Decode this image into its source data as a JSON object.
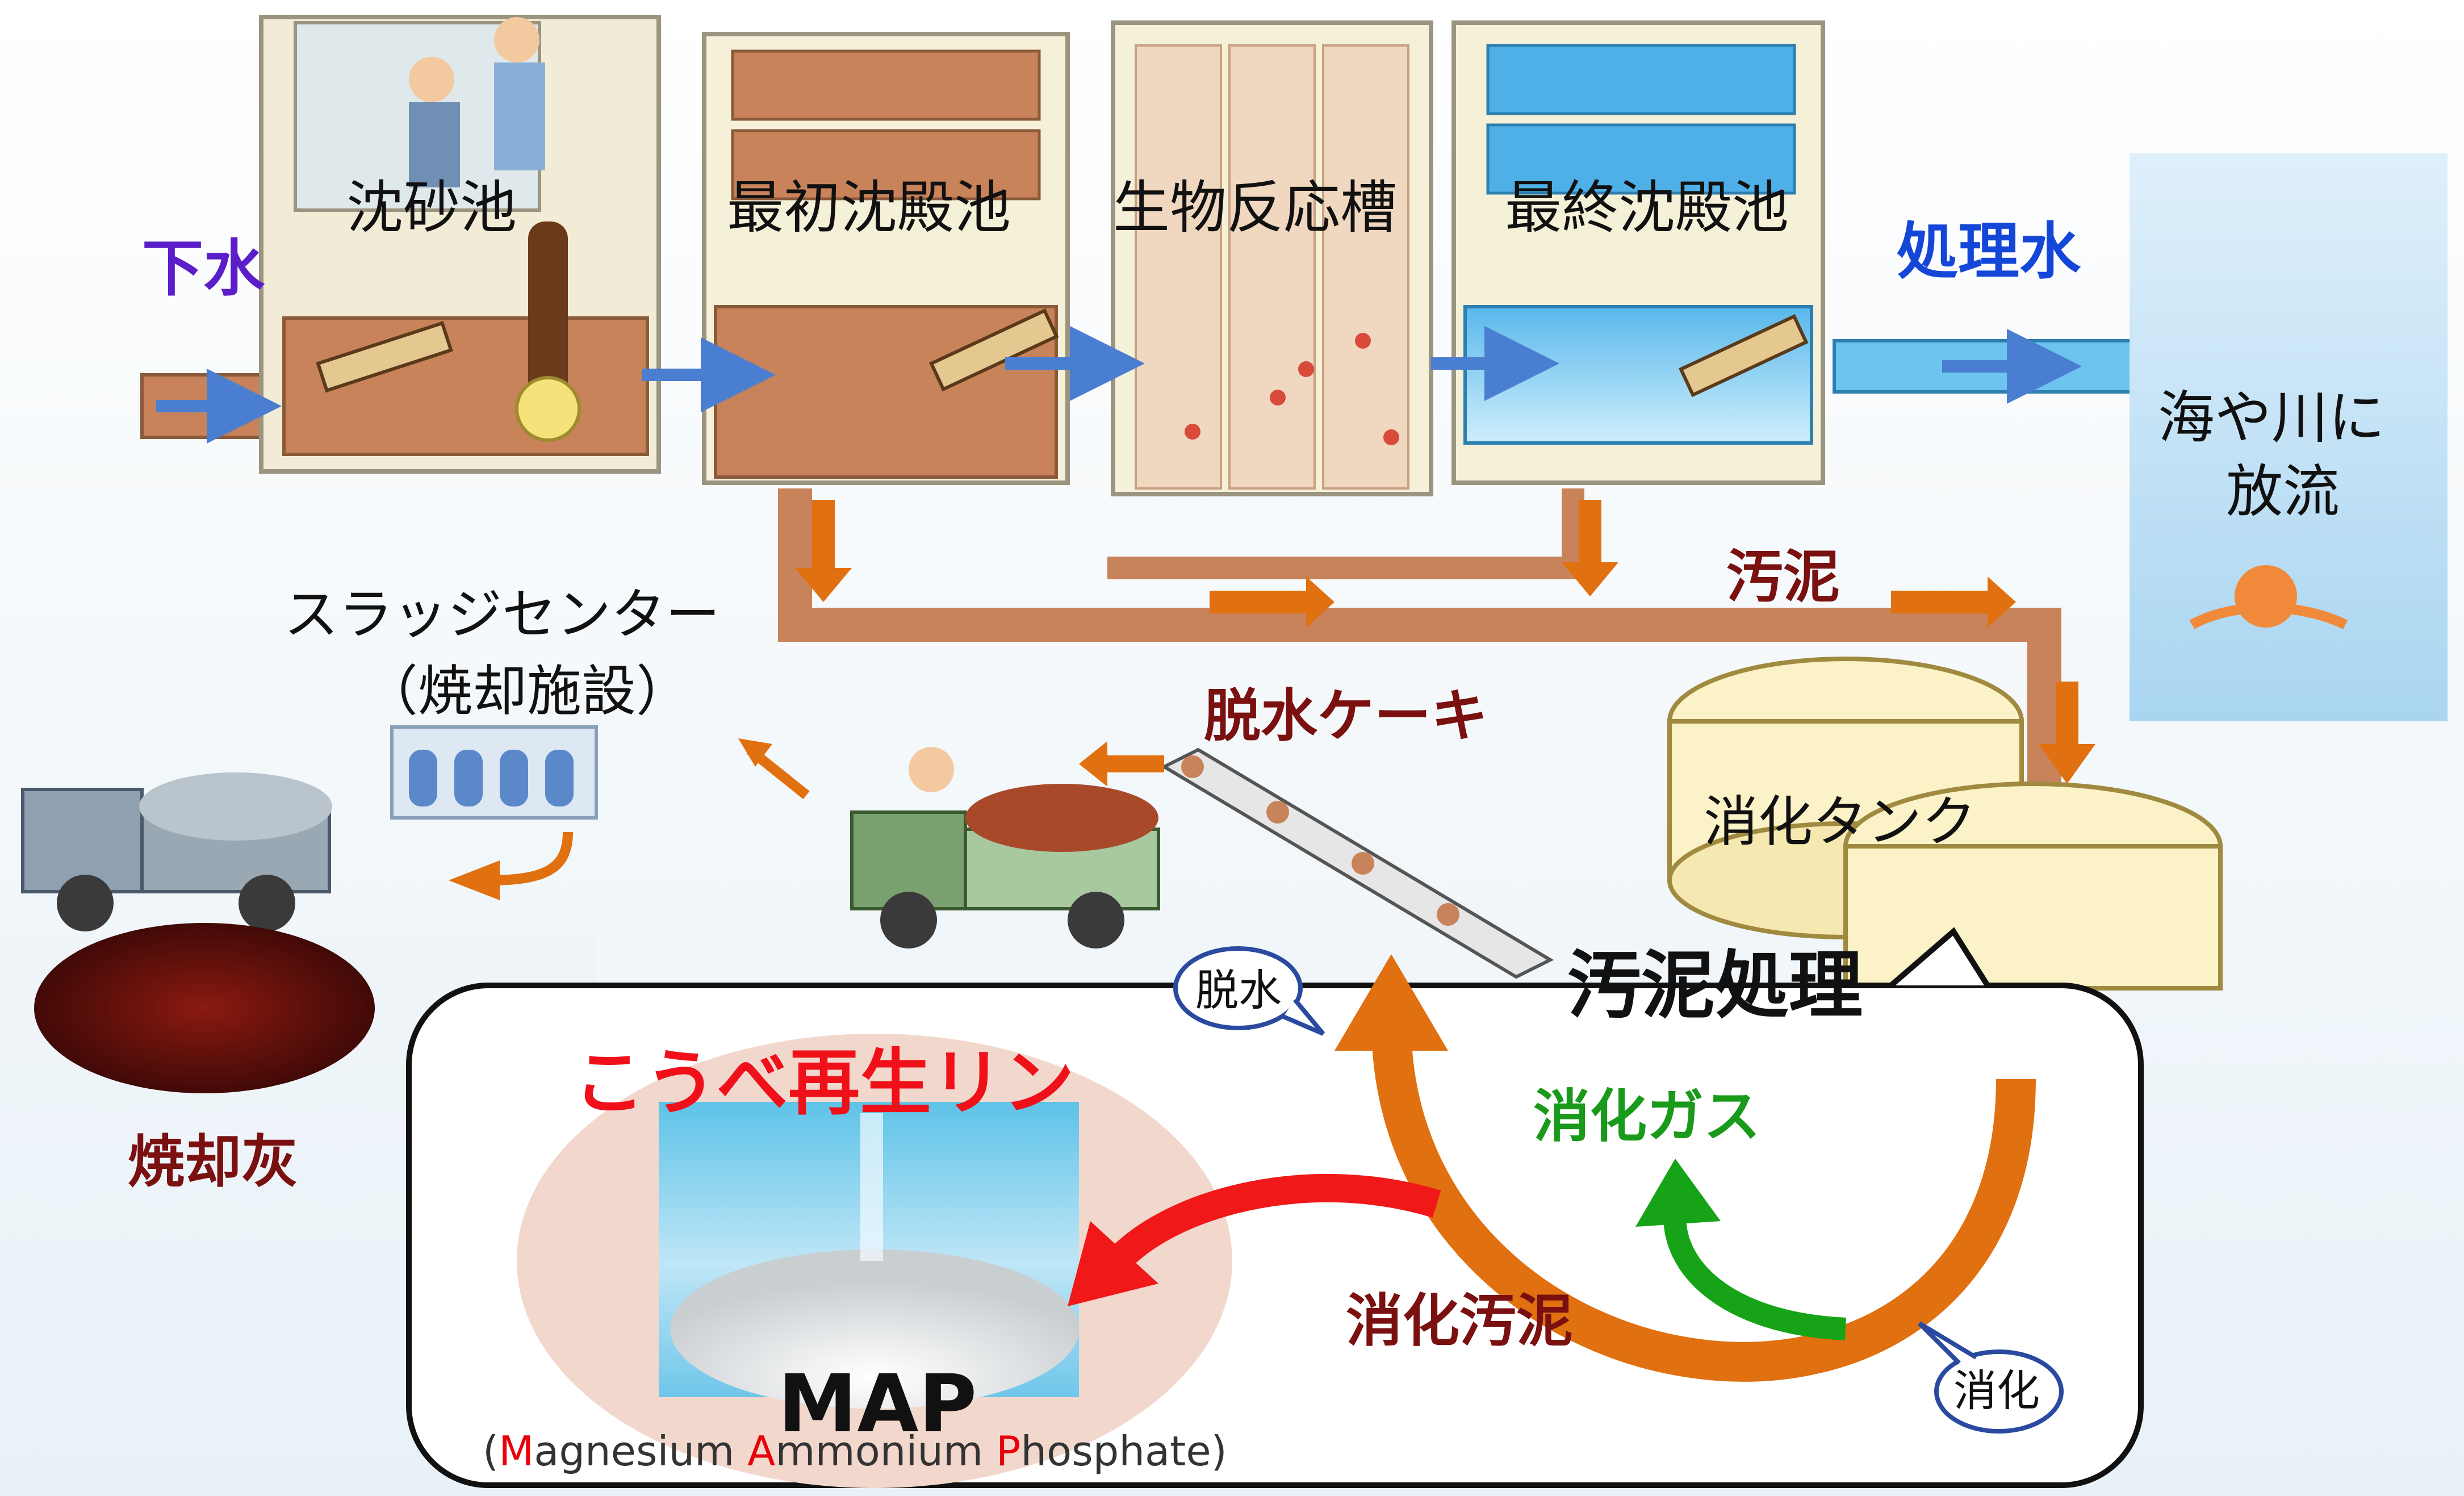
{
  "labels": {
    "gesui": "下水",
    "chinsachi": "沈砂池",
    "saisho": "最初沈殿池",
    "seibutsu": "生物反応槽",
    "saishu": "最終沈殿池",
    "shorisui": "処理水",
    "umiyakawa_1": "海や川に",
    "umiyakawa_2": "放流",
    "odei": "汚泥",
    "sludge_center_1": "スラッジセンター",
    "sludge_center_2": "（焼却施設）",
    "dassui_cake": "脱水ケーキ",
    "shoka_tank": "消化タンク",
    "odei_shori": "汚泥処理",
    "dassui": "脱水",
    "shoka_gas": "消化ガス",
    "shoka": "消化",
    "shoka_odei": "消化汚泥",
    "shokyakubai": "焼却灰",
    "kobe_rin": "こうべ再生リン",
    "map": "MAP"
  },
  "map_full": [
    {
      "text": "(",
      "color": "#333333"
    },
    {
      "text": "M",
      "color": "#e8000b"
    },
    {
      "text": "agnesium ",
      "color": "#333333"
    },
    {
      "text": "A",
      "color": "#e8000b"
    },
    {
      "text": "mmonium ",
      "color": "#333333"
    },
    {
      "text": "P",
      "color": "#e8000b"
    },
    {
      "text": "hosphate)",
      "color": "#333333"
    }
  ],
  "colors": {
    "gesui": "#5a1fc8",
    "shorisui": "#1446d8",
    "odei": "#7a1010",
    "kobe_rin": "#f0101a",
    "shoka_gas": "#1a9a1a",
    "arrow_orange": "#e07010",
    "arrow_blue": "#4a7ed0",
    "arrow_red": "#f01818",
    "arrow_green": "#17a317"
  }
}
